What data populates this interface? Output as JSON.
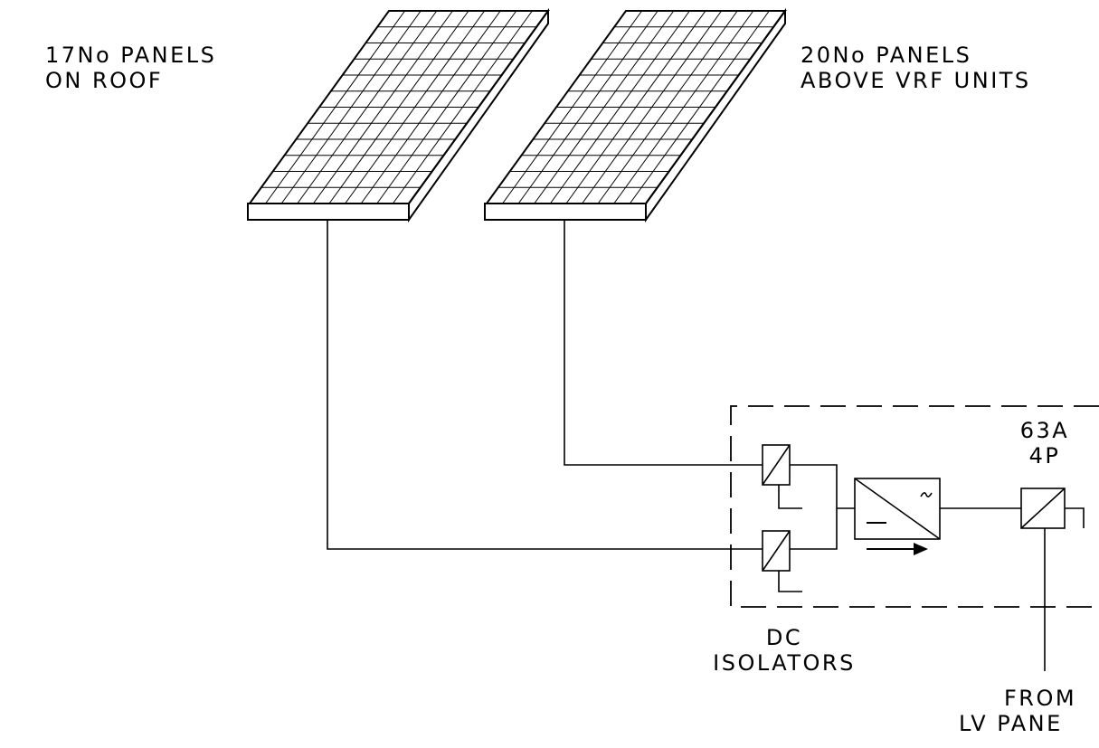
{
  "labels": {
    "panel_group_a_line1": "17No PANELS",
    "panel_group_a_line2": "ON ROOF",
    "panel_group_b_line1": "20No PANELS",
    "panel_group_b_line2": "ABOVE VRF UNITS",
    "breaker_rating_line1": "63A",
    "breaker_rating_line2": "4P",
    "isolators_line1": "DC",
    "isolators_line2": "ISOLATORS",
    "supply_line1": "FROM",
    "supply_line2": "LV PANE"
  },
  "colors": {
    "line": "#000000",
    "background": "#ffffff"
  }
}
